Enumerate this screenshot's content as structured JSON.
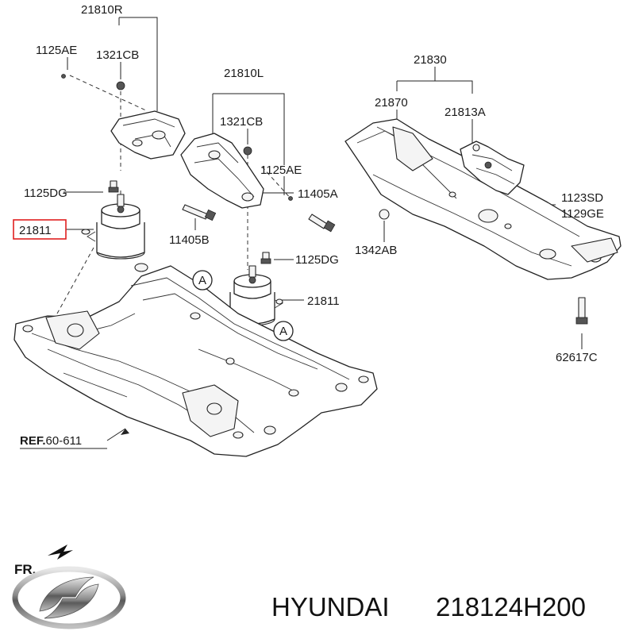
{
  "labels": {
    "p21810R": "21810R",
    "p1125AE_a": "1125AE",
    "p1321CB_a": "1321CB",
    "p21810L": "21810L",
    "p1321CB_b": "1321CB",
    "p1125AE_b": "1125AE",
    "p11405A": "11405A",
    "p1125DG_a": "1125DG",
    "p21811_a": "21811",
    "p11405B": "11405B",
    "p1125DG_b": "1125DG",
    "p21811_b": "21811",
    "p21830": "21830",
    "p21870": "21870",
    "p21813A": "21813A",
    "p1123SD": "1123SD",
    "p1129GE": "1129GE",
    "p1342AB": "1342AB",
    "p62617C": "62617C",
    "ref_bold": "REF.",
    "ref_num": "60-611",
    "marker_a1": "A",
    "marker_a2": "A",
    "fr": "FR."
  },
  "highlight_color": "#e02020",
  "footer": {
    "brand": "HYUNDAI",
    "part_number": "218124H200",
    "logo": "hyundai-logo"
  }
}
